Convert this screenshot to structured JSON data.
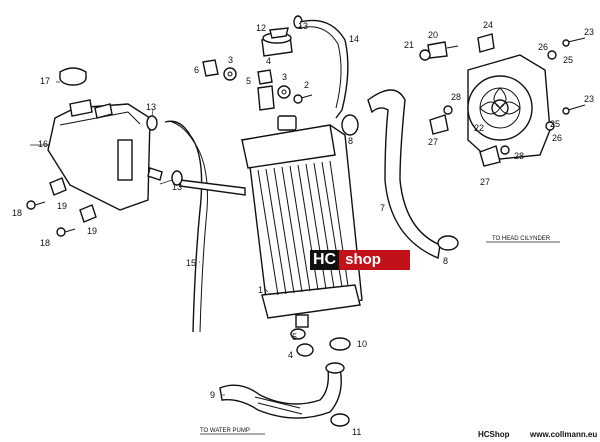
{
  "labels": {
    "radiator": "1",
    "fan": "22",
    "hose_lower": "9",
    "expansion_tank": "16",
    "tank_cap": "17",
    "bracket_left": "19",
    "bracket_left2": "19",
    "screw_left": "18",
    "screw_left2": "18",
    "hose_overflow": "15",
    "clamp_tank1": "13",
    "clamp_tank2": "13",
    "clamp_top": "13",
    "cap_radiator": "12",
    "hose_vent": "14",
    "bracket_top": "6",
    "washer_top": "3",
    "bush_top": "4",
    "spacer_top": "5",
    "washer_top2": "3",
    "screw_top": "2",
    "clamp_upper": "8",
    "clamp_upper2": "8",
    "hose_upper": "7",
    "thermoswitch": "20",
    "washer_switch": "21",
    "fan_bracket": "24",
    "fan_screw_a": "23",
    "fan_screw_b": "23",
    "fan_nut_a": "26",
    "fan_washer_a": "25",
    "fan_nut_b": "26",
    "fan_washer_b": "25",
    "fan_post_a": "28",
    "fan_post_b": "28",
    "fan_rubber_a": "27",
    "fan_rubber_b": "27",
    "bush_bottom": "4",
    "clamp_bottom": "10",
    "clamp_bottom2": "11",
    "bush_bottom2": "5"
  },
  "notes": {
    "head": "TO HEAD CILYNDER",
    "pump": "TO WATER PUMP"
  },
  "footer": {
    "shop": "HCShop",
    "site": "www.collmann.eu"
  },
  "watermark": {
    "hc": "HC",
    "shop": "shop"
  }
}
